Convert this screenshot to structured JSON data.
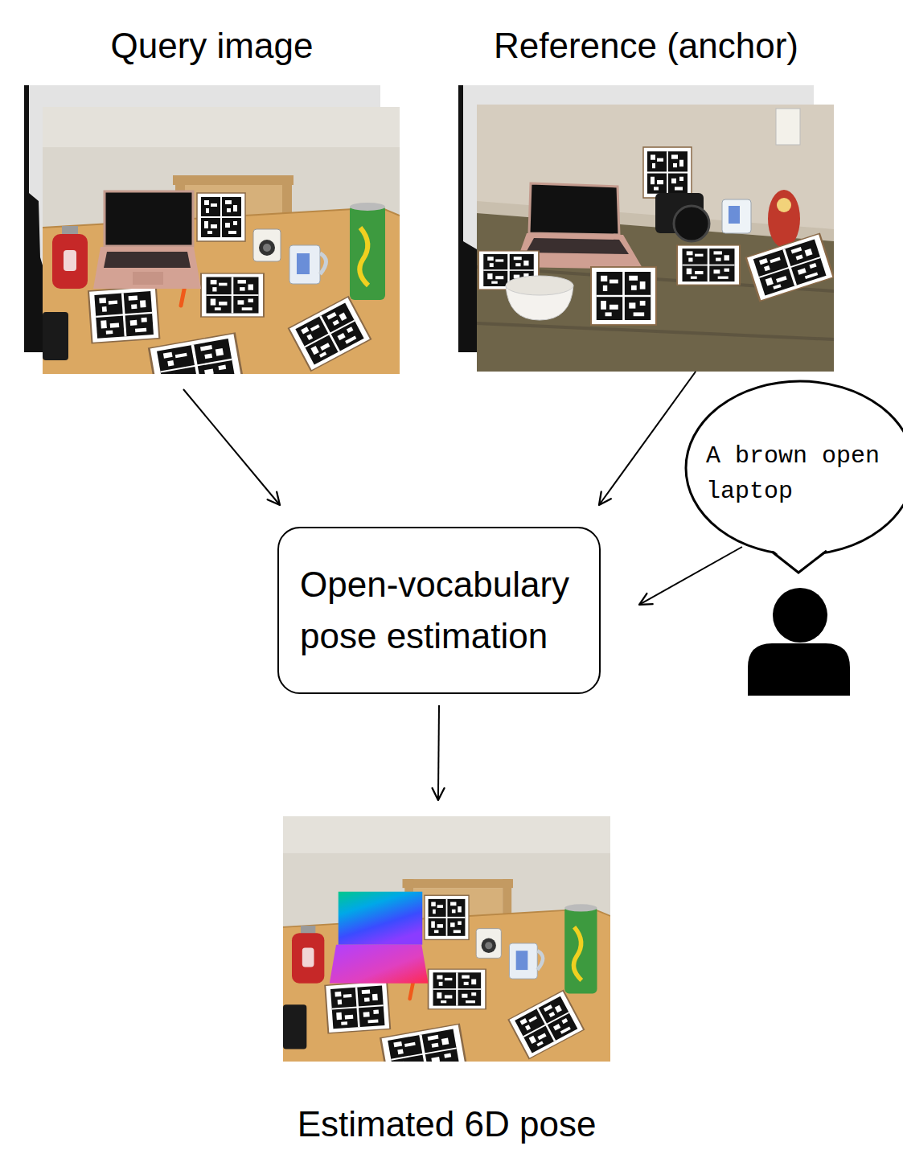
{
  "diagram": {
    "nodes": [
      {
        "text": [
          "Query image"
        ]
      },
      {
        "text": [
          "Reference (anchor)"
        ]
      },
      {
        "text": [
          "A brown open laptop"
        ]
      },
      {
        "text": [
          "Open-vocabulary pose estimation"
        ]
      },
      {
        "text": [
          "Estimated 6D pose"
        ]
      }
    ],
    "edges": [
      {
        "from": 0,
        "to": 3,
        "arrow": "to"
      },
      {
        "from": 1,
        "to": 3,
        "arrow": "to"
      },
      {
        "from": 2,
        "to": 3,
        "arrow": "to"
      },
      {
        "from": 3,
        "to": 4,
        "arrow": "to"
      }
    ]
  }
}
